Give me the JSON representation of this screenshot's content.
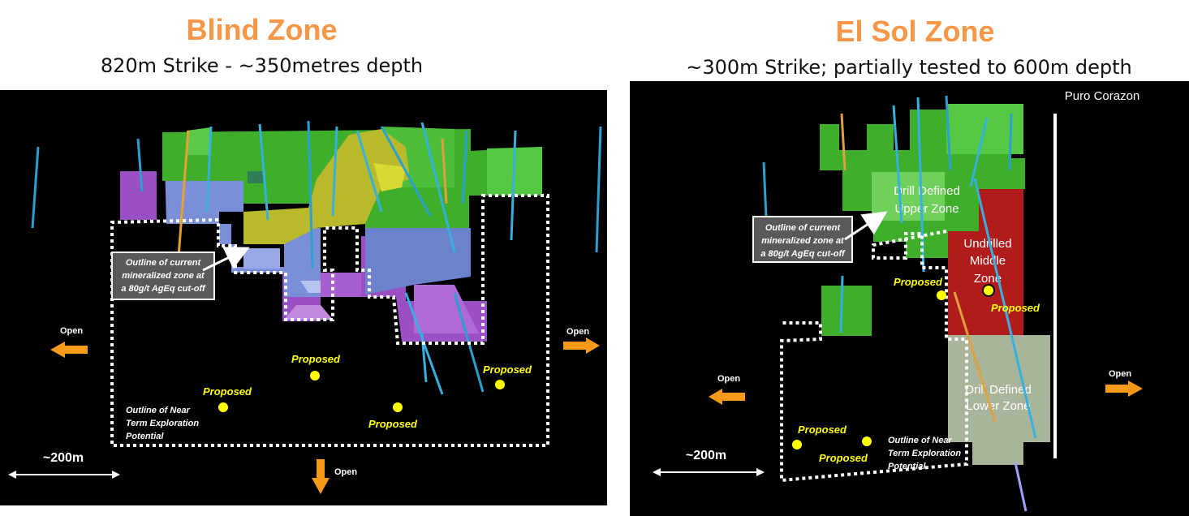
{
  "left": {
    "title": "Blind Zone",
    "subtitle": "820m Strike - ~350metres depth",
    "callout": [
      "Outline of current",
      "mineralized zone at",
      "a 80g/t AgEq cut-off"
    ],
    "proposed": [
      "Proposed",
      "Proposed",
      "Proposed",
      "Proposed"
    ],
    "outline_label": [
      "Outline of Near",
      "Term Exploration",
      "Potential"
    ],
    "open_left": "Open",
    "open_right": "Open",
    "open_down": "Open",
    "scale": "~200m"
  },
  "right": {
    "title": "El Sol Zone",
    "subtitle": "~300m Strike; partially tested to 600m depth",
    "puro": "Puro Corazon",
    "upper": [
      "Drill Defined",
      "Upper Zone"
    ],
    "middle": [
      "Undrilled",
      "Middle",
      "Zone"
    ],
    "lower": [
      "Drill Defined",
      "Lower Zone"
    ],
    "callout": [
      "Outline of current",
      "mineralized zone at",
      "a 80g/t AgEq cut-off"
    ],
    "proposed": [
      "Proposed",
      "Proposed",
      "Proposed",
      "Proposed"
    ],
    "outline_label": [
      "Outline of Near",
      "Term Exploration",
      "Potential"
    ],
    "open_left": "Open",
    "open_right": "Open",
    "scale": "~200m"
  },
  "colors": {
    "title": "#f79646",
    "green": "#3fae2a",
    "yellow": "#b9b92c",
    "blue": "#7b8fd8",
    "purple": "#9a4fc4",
    "red": "#b01c1c",
    "grey": "#a8b59a",
    "proposed": "#ffff00",
    "arrow": "#f79a1a"
  }
}
